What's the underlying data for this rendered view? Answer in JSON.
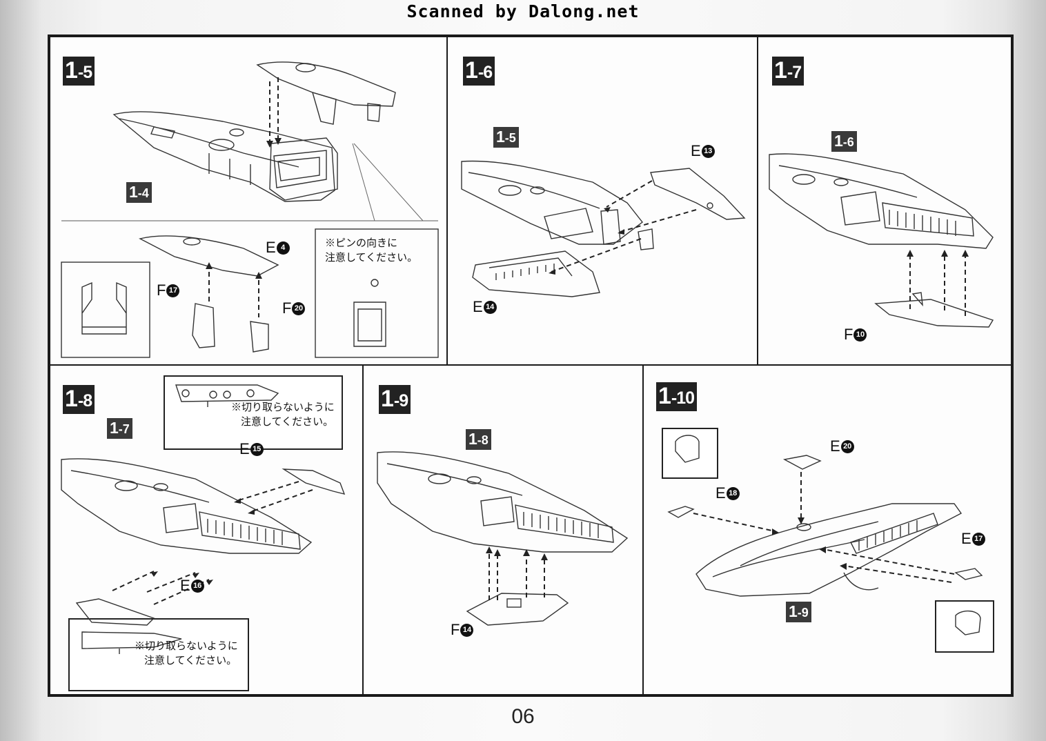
{
  "header": {
    "scan_credit": "Scanned by Dalong.net"
  },
  "steps": {
    "s1_5": {
      "big": "1",
      "small": "-5"
    },
    "s1_6": {
      "big": "1",
      "small": "-6"
    },
    "s1_7": {
      "big": "1",
      "small": "-7"
    },
    "s1_8": {
      "big": "1",
      "small": "-8"
    },
    "s1_9": {
      "big": "1",
      "small": "-9"
    },
    "s1_10": {
      "big": "1",
      "small": "-10"
    }
  },
  "refs": {
    "r1_4": {
      "big": "1",
      "small": "-4"
    },
    "r1_5": {
      "big": "1",
      "small": "-5"
    },
    "r1_6": {
      "big": "1",
      "small": "-6"
    },
    "r1_7": {
      "big": "1",
      "small": "-7"
    },
    "r1_8": {
      "big": "1",
      "small": "-8"
    },
    "r1_9": {
      "big": "1",
      "small": "-9"
    }
  },
  "parts": {
    "p1_5_e4": {
      "letter": "E",
      "num": "4"
    },
    "p1_5_f17": {
      "letter": "F",
      "num": "17"
    },
    "p1_5_f20": {
      "letter": "F",
      "num": "20"
    },
    "p1_6_e13": {
      "letter": "E",
      "num": "13"
    },
    "p1_6_e14": {
      "letter": "E",
      "num": "14"
    },
    "p1_7_f10": {
      "letter": "F",
      "num": "10"
    },
    "p1_8_e15": {
      "letter": "E",
      "num": "15"
    },
    "p1_8_e16": {
      "letter": "E",
      "num": "16"
    },
    "p1_9_f14": {
      "letter": "F",
      "num": "14"
    },
    "p1_10_e20": {
      "letter": "E",
      "num": "20"
    },
    "p1_10_e18": {
      "letter": "E",
      "num": "18"
    },
    "p1_10_e17": {
      "letter": "E",
      "num": "17"
    }
  },
  "notes": {
    "pin_line1": "※ピンの向きに",
    "pin_line2": "注意してください。",
    "cut_top_line1": "※切り取らないように",
    "cut_top_line2": "注意してください。",
    "cut_bottom_line1": "※切り取らないように",
    "cut_bottom_line2": "注意してください。"
  },
  "footer": {
    "page_number": "06"
  }
}
